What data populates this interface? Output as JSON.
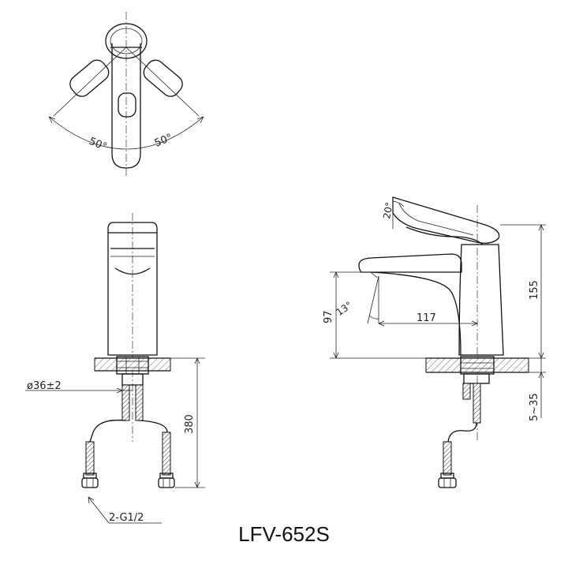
{
  "model": "LFV-652S",
  "dimensions": {
    "rotation_left": "50°",
    "rotation_right": "50°",
    "lever_tilt": "20°",
    "spout_angle": "13°",
    "spout_height": "97",
    "spout_reach": "117",
    "total_height": "155",
    "deck_thickness": "5~35",
    "hole_diameter": "ø36±2",
    "hose_length": "380",
    "inlet_thread": "2-G1/2"
  }
}
